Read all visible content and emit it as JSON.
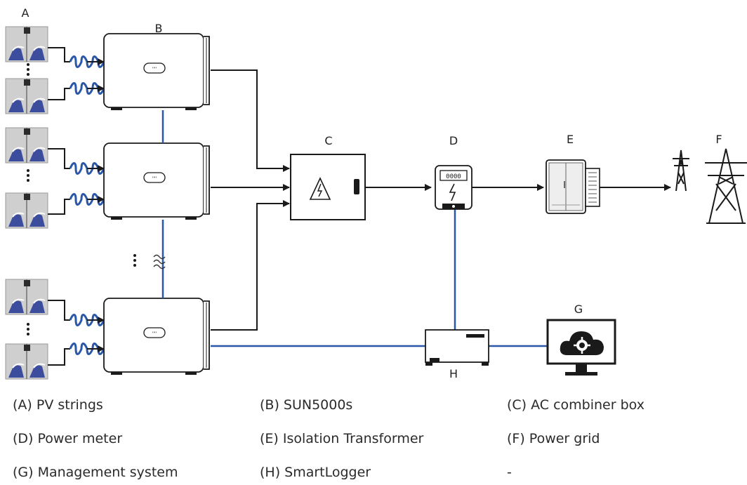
{
  "labels": {
    "a": "A",
    "b": "B",
    "c": "C",
    "d": "D",
    "e": "E",
    "f": "F",
    "g": "G",
    "h": "H"
  },
  "meter_display": "0000",
  "legend": [
    [
      "(A) PV strings",
      "(B) SUN5000s",
      "(C) AC combiner box"
    ],
    [
      "(D) Power meter",
      "(E) Isolation Transformer",
      "(F) Power grid"
    ],
    [
      "(G) Management system",
      "(H) SmartLogger",
      "-"
    ]
  ],
  "colors": {
    "dc_line": "#1a1a1a",
    "comm_line": "#2a57a8",
    "panel_blue": "#3d4d9e",
    "panel_bg": "#c9c9c9"
  }
}
